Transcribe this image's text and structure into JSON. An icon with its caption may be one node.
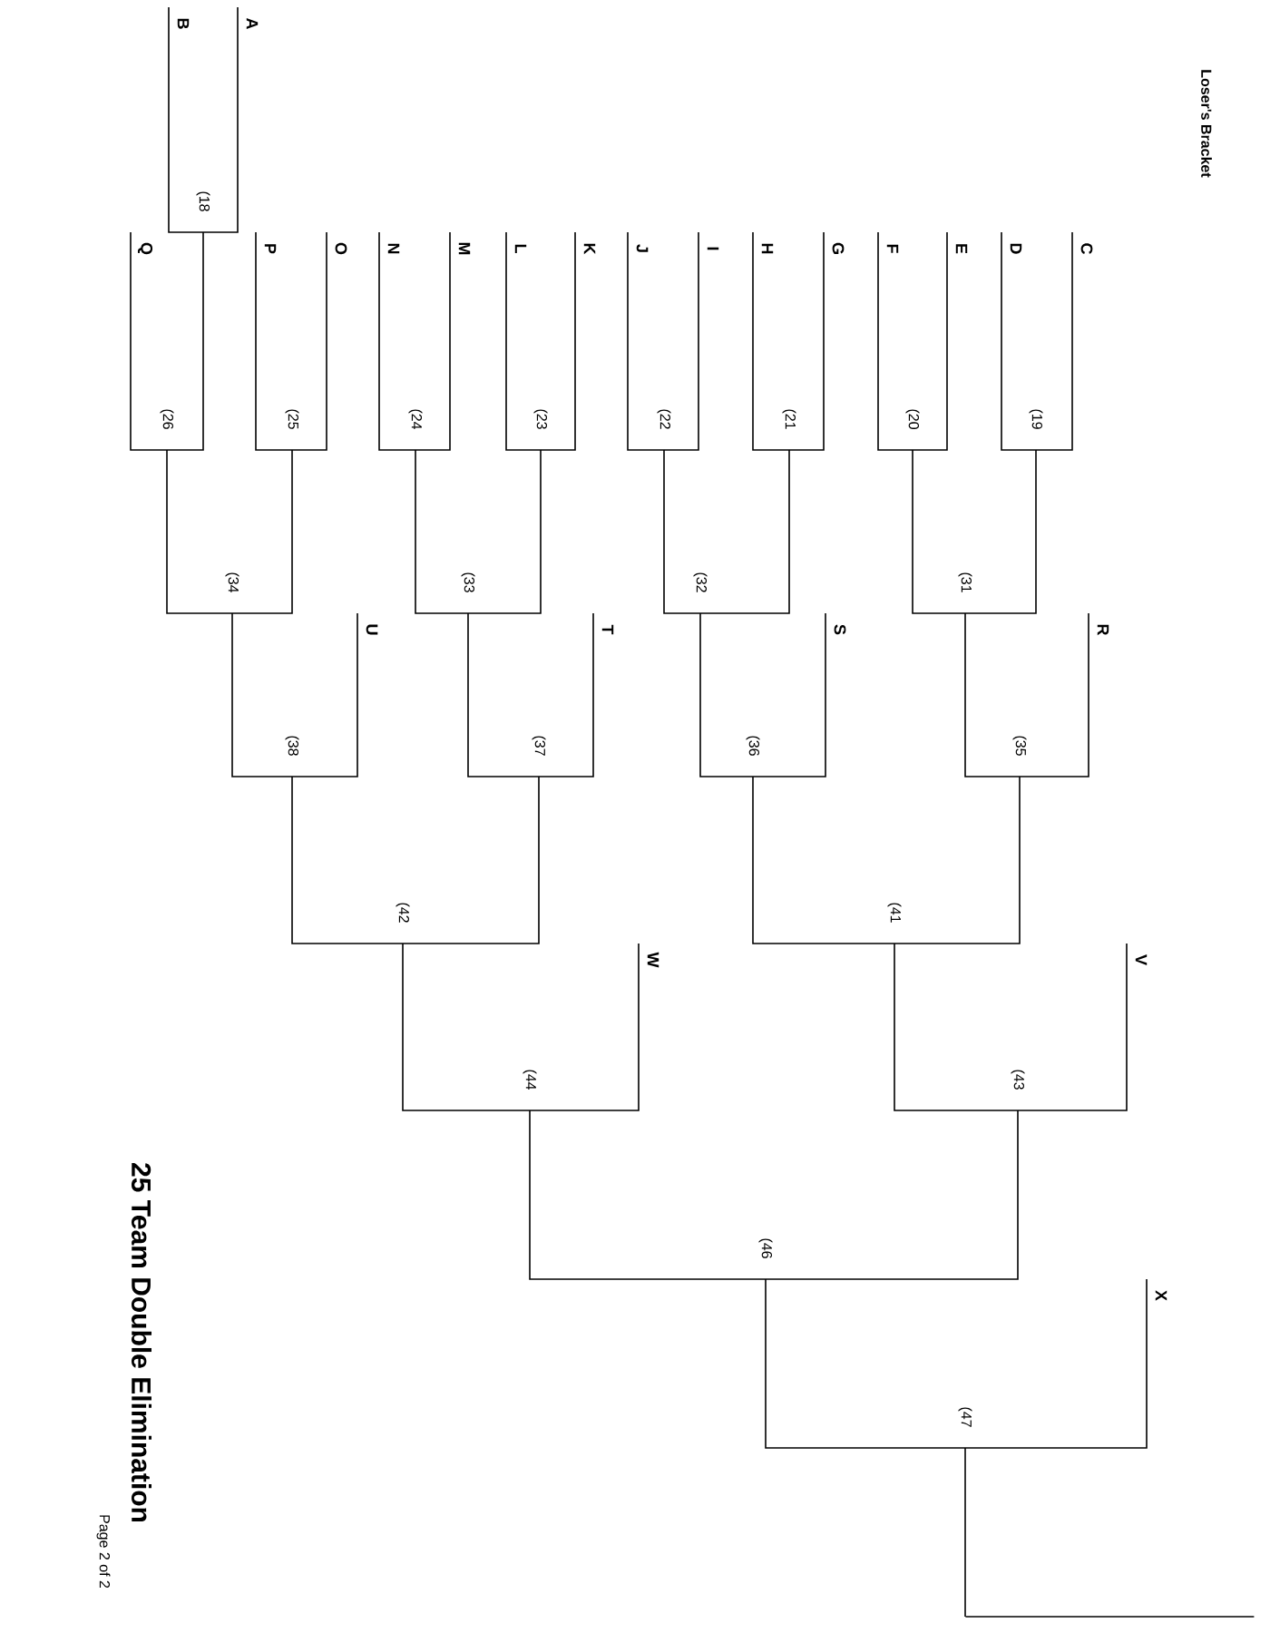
{
  "diagram": {
    "title": "25 Team Double Elimination",
    "nodes": [
      {
        "text": [
          "A"
        ]
      },
      {
        "text": [
          "B"
        ]
      },
      {
        "text": [
          "(18"
        ]
      },
      {
        "text": [
          "C"
        ]
      },
      {
        "text": [
          "D"
        ]
      },
      {
        "text": [
          "E"
        ]
      },
      {
        "text": [
          "F"
        ]
      },
      {
        "text": [
          "G"
        ]
      },
      {
        "text": [
          "H"
        ]
      },
      {
        "text": [
          "I"
        ]
      },
      {
        "text": [
          "J"
        ]
      },
      {
        "text": [
          "K"
        ]
      },
      {
        "text": [
          "L"
        ]
      },
      {
        "text": [
          "M"
        ]
      },
      {
        "text": [
          "N"
        ]
      },
      {
        "text": [
          "O"
        ]
      },
      {
        "text": [
          "P"
        ]
      },
      {
        "text": [
          "Q"
        ]
      },
      {
        "text": [
          "(19"
        ]
      },
      {
        "text": [
          "(20"
        ]
      },
      {
        "text": [
          "(21"
        ]
      },
      {
        "text": [
          "(22"
        ]
      },
      {
        "text": [
          "(23"
        ]
      },
      {
        "text": [
          "(24"
        ]
      },
      {
        "text": [
          "(25"
        ]
      },
      {
        "text": [
          "(26"
        ]
      },
      {
        "text": [
          "(31"
        ]
      },
      {
        "text": [
          "(32"
        ]
      },
      {
        "text": [
          "(33"
        ]
      },
      {
        "text": [
          "(34"
        ]
      },
      {
        "text": [
          "R"
        ]
      },
      {
        "text": [
          "S"
        ]
      },
      {
        "text": [
          "T"
        ]
      },
      {
        "text": [
          "U"
        ]
      },
      {
        "text": [
          "(35"
        ]
      },
      {
        "text": [
          "(36"
        ]
      },
      {
        "text": [
          "(37"
        ]
      },
      {
        "text": [
          "(38"
        ]
      },
      {
        "text": [
          "(41"
        ]
      },
      {
        "text": [
          "(42"
        ]
      },
      {
        "text": [
          "V"
        ]
      },
      {
        "text": [
          "W"
        ]
      },
      {
        "text": [
          "(43"
        ]
      },
      {
        "text": [
          "(44"
        ]
      },
      {
        "text": [
          "(46"
        ]
      },
      {
        "text": [
          "X"
        ]
      },
      {
        "text": [
          "(47"
        ]
      },
      {
        "text": [],
        "shape": "bar"
      }
    ],
    "edges": [
      {
        "from": 0,
        "to": 2,
        "arrow": "none"
      },
      {
        "from": 1,
        "to": 2,
        "arrow": "none"
      },
      {
        "from": 2,
        "to": 25,
        "arrow": "none"
      },
      {
        "from": 17,
        "to": 25,
        "arrow": "none"
      },
      {
        "from": 16,
        "to": 24,
        "arrow": "none"
      },
      {
        "from": 15,
        "to": 24,
        "arrow": "none"
      },
      {
        "from": 14,
        "to": 23,
        "arrow": "none"
      },
      {
        "from": 13,
        "to": 23,
        "arrow": "none"
      },
      {
        "from": 12,
        "to": 22,
        "arrow": "none"
      },
      {
        "from": 11,
        "to": 22,
        "arrow": "none"
      },
      {
        "from": 10,
        "to": 21,
        "arrow": "none"
      },
      {
        "from": 9,
        "to": 21,
        "arrow": "none"
      },
      {
        "from": 8,
        "to": 20,
        "arrow": "none"
      },
      {
        "from": 7,
        "to": 20,
        "arrow": "none"
      },
      {
        "from": 6,
        "to": 19,
        "arrow": "none"
      },
      {
        "from": 5,
        "to": 19,
        "arrow": "none"
      },
      {
        "from": 4,
        "to": 18,
        "arrow": "none"
      },
      {
        "from": 3,
        "to": 18,
        "arrow": "none"
      },
      {
        "from": 25,
        "to": 29,
        "arrow": "none"
      },
      {
        "from": 24,
        "to": 29,
        "arrow": "none"
      },
      {
        "from": 23,
        "to": 28,
        "arrow": "none"
      },
      {
        "from": 22,
        "to": 28,
        "arrow": "none"
      },
      {
        "from": 21,
        "to": 27,
        "arrow": "none"
      },
      {
        "from": 20,
        "to": 27,
        "arrow": "none"
      },
      {
        "from": 19,
        "to": 26,
        "arrow": "none"
      },
      {
        "from": 18,
        "to": 26,
        "arrow": "none"
      },
      {
        "from": 29,
        "to": 37,
        "arrow": "none"
      },
      {
        "from": 33,
        "to": 37,
        "arrow": "none"
      },
      {
        "from": 28,
        "to": 36,
        "arrow": "none"
      },
      {
        "from": 32,
        "to": 36,
        "arrow": "none"
      },
      {
        "from": 27,
        "to": 35,
        "arrow": "none"
      },
      {
        "from": 31,
        "to": 35,
        "arrow": "none"
      },
      {
        "from": 26,
        "to": 34,
        "arrow": "none"
      },
      {
        "from": 30,
        "to": 34,
        "arrow": "none"
      },
      {
        "from": 37,
        "to": 39,
        "arrow": "none"
      },
      {
        "from": 36,
        "to": 39,
        "arrow": "none"
      },
      {
        "from": 35,
        "to": 38,
        "arrow": "none"
      },
      {
        "from": 34,
        "to": 38,
        "arrow": "none"
      },
      {
        "from": 39,
        "to": 43,
        "arrow": "none"
      },
      {
        "from": 41,
        "to": 43,
        "arrow": "none"
      },
      {
        "from": 38,
        "to": 42,
        "arrow": "none"
      },
      {
        "from": 40,
        "to": 42,
        "arrow": "none"
      },
      {
        "from": 43,
        "to": 44,
        "arrow": "none"
      },
      {
        "from": 42,
        "to": 44,
        "arrow": "none"
      },
      {
        "from": 44,
        "to": 46,
        "arrow": "none"
      },
      {
        "from": 45,
        "to": 46,
        "arrow": "none"
      },
      {
        "from": 46,
        "to": 47,
        "arrow": "none"
      }
    ],
    "labels": [
      "Loser's Bracket",
      "Page 2 of 2"
    ]
  }
}
